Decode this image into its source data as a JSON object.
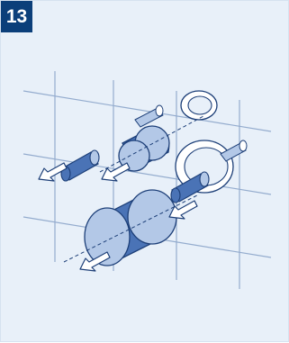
{
  "step": {
    "number": "13"
  },
  "colors": {
    "background": "#e8f0f9",
    "badge": "#0b3f7a",
    "outline": "#1d3f78",
    "fill_dark": "#4a73b6",
    "fill_light": "#b3c8e7",
    "arrow_fill": "#ffffff",
    "wall_lines": "#94acce"
  },
  "illustration": {
    "description_icons": [
      "tile-wall",
      "cover-ring-icon",
      "sleeve-cylinder",
      "pipe-extension",
      "removal-arrow-icon"
    ]
  }
}
